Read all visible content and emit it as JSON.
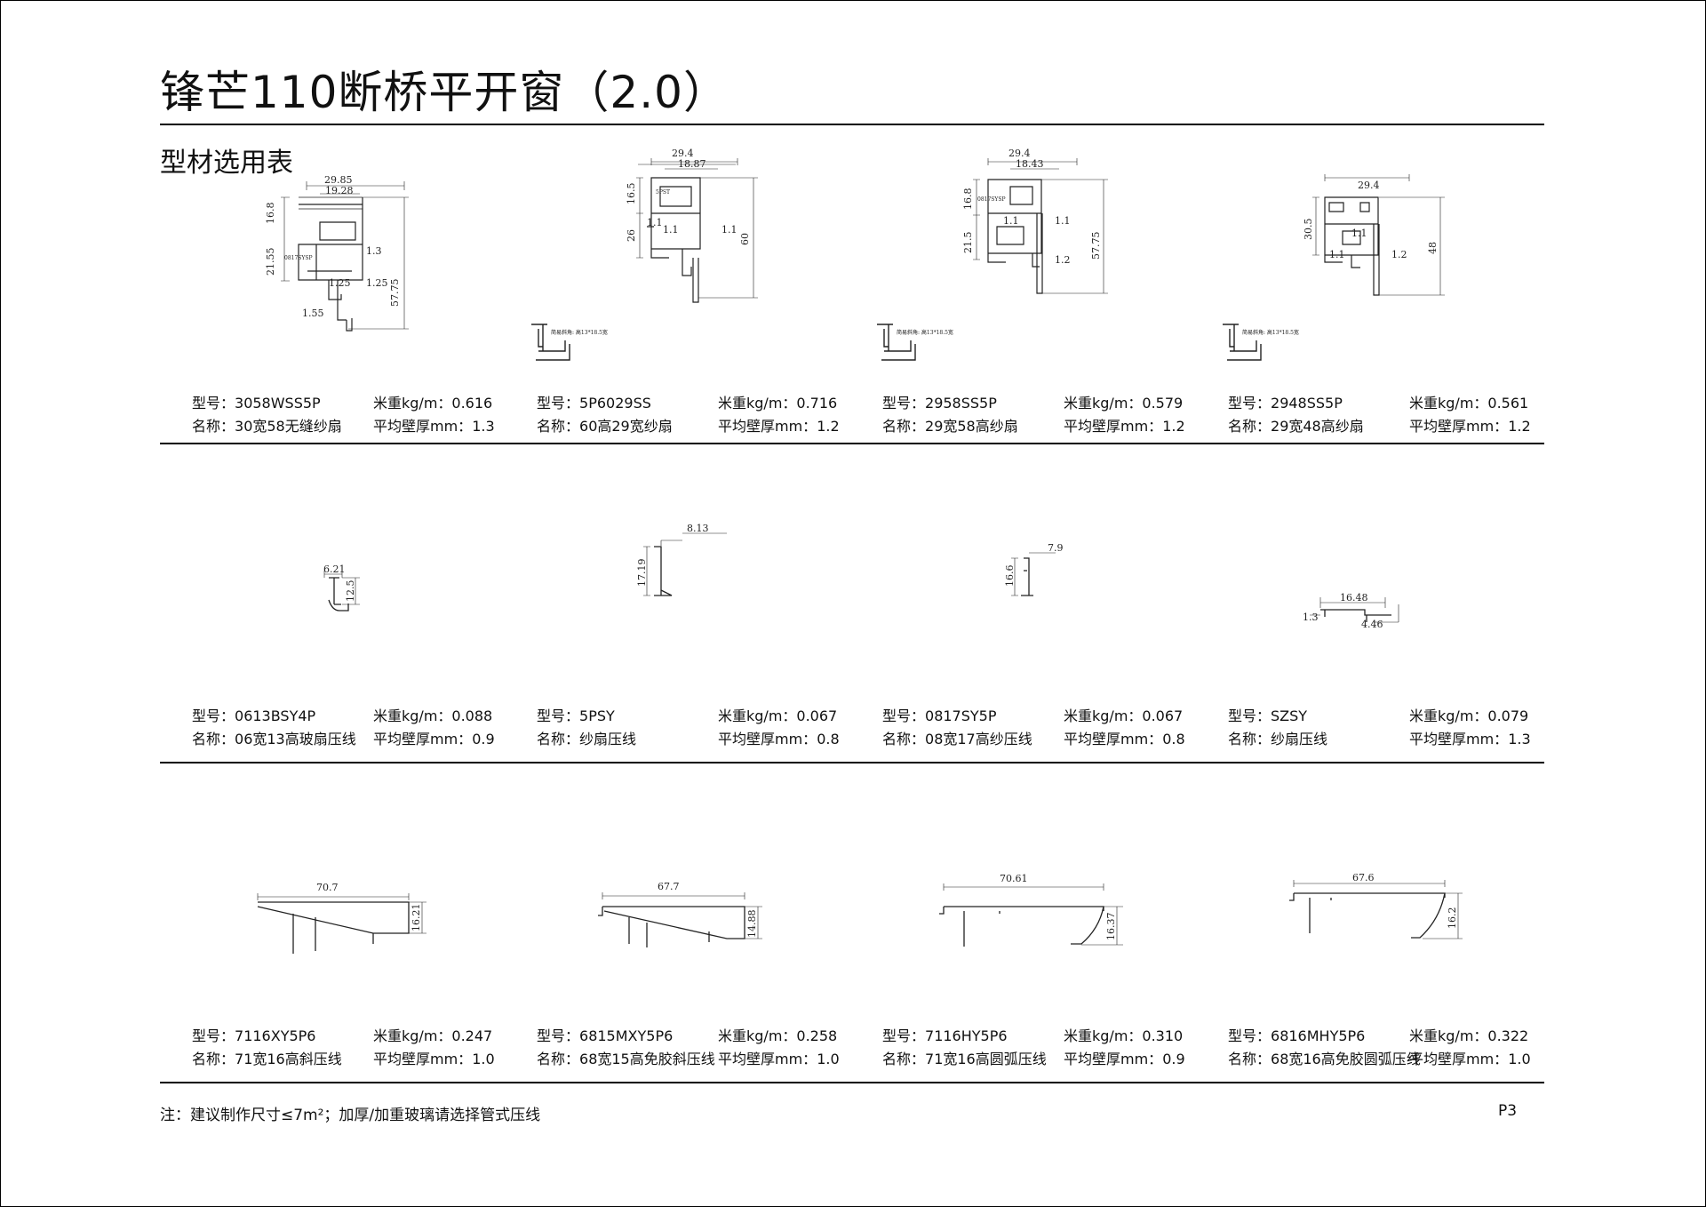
{
  "title": "锋芒110断桥平开窗（2.0）",
  "subtitle": "型材选用表",
  "labels": {
    "model": "型号：",
    "name": "名称：",
    "weight": "米重kg/m：",
    "thickness": "平均壁厚mm："
  },
  "profiles": [
    {
      "model": "3058WSS5P",
      "name": "30宽58无缝纱扇",
      "weight": "0.616",
      "thickness": "1.3",
      "dims": [
        "29.85",
        "19.28",
        "16.8",
        "21.55",
        "1.3",
        "1.25",
        "1.25",
        "1.55",
        "57.75"
      ],
      "code": "0817SYSP"
    },
    {
      "model": "5P6029SS",
      "name": "60高29宽纱扇",
      "weight": "0.716",
      "thickness": "1.2",
      "dims": [
        "29.4",
        "18.87",
        "16.5",
        "26",
        "1.1",
        "1.1",
        "1.1",
        "60"
      ],
      "code": "5PST",
      "note": "简易斜角: 高13*18.5宽"
    },
    {
      "model": "2958SS5P",
      "name": "29宽58高纱扇",
      "weight": "0.579",
      "thickness": "1.2",
      "dims": [
        "29.4",
        "18.43",
        "16.8",
        "21.5",
        "1.1",
        "1.1",
        "1.2",
        "57.75"
      ],
      "code": "0817SYSP",
      "note": "简易斜角: 高13*18.5宽"
    },
    {
      "model": "2948SS5P",
      "name": "29宽48高纱扇",
      "weight": "0.561",
      "thickness": "1.2",
      "dims": [
        "29.4",
        "30.5",
        "1.1",
        "1.1",
        "1.2",
        "48"
      ],
      "note": "简易斜角: 高13*18.5宽"
    },
    {
      "model": "0613BSY4P",
      "name": "06宽13高玻扇压线",
      "weight": "0.088",
      "thickness": "0.9",
      "dims": [
        "6.21",
        "12.5"
      ]
    },
    {
      "model": "5PSY",
      "name": "纱扇压线",
      "weight": "0.067",
      "thickness": "0.8",
      "dims": [
        "8.13",
        "17.19"
      ]
    },
    {
      "model": "0817SY5P",
      "name": "08宽17高纱压线",
      "weight": "0.067",
      "thickness": "0.8",
      "dims": [
        "7.9",
        "16.6"
      ]
    },
    {
      "model": "SZSY",
      "name": "纱扇压线",
      "weight": "0.079",
      "thickness": "1.3",
      "dims": [
        "16.48",
        "1.3",
        "4.46"
      ]
    },
    {
      "model": "7116XY5P6",
      "name": "71宽16高斜压线",
      "weight": "0.247",
      "thickness": "1.0",
      "dims": [
        "70.7",
        "16.21"
      ]
    },
    {
      "model": "6815MXY5P6",
      "name": "68宽15高免胶斜压线",
      "weight": "0.258",
      "thickness": "1.0",
      "dims": [
        "67.7",
        "14.88"
      ]
    },
    {
      "model": "7116HY5P6",
      "name": "71宽16高圆弧压线",
      "weight": "0.310",
      "thickness": "0.9",
      "dims": [
        "70.61",
        "16.37"
      ]
    },
    {
      "model": "6816MHY5P6",
      "name": "68宽16高免胶圆弧压线",
      "weight": "0.322",
      "thickness": "1.0",
      "dims": [
        "67.6",
        "16.2"
      ]
    }
  ],
  "footnote": "注：建议制作尺寸≤7m²；加厚/加重玻璃请选择管式压线",
  "page_number": "P3"
}
